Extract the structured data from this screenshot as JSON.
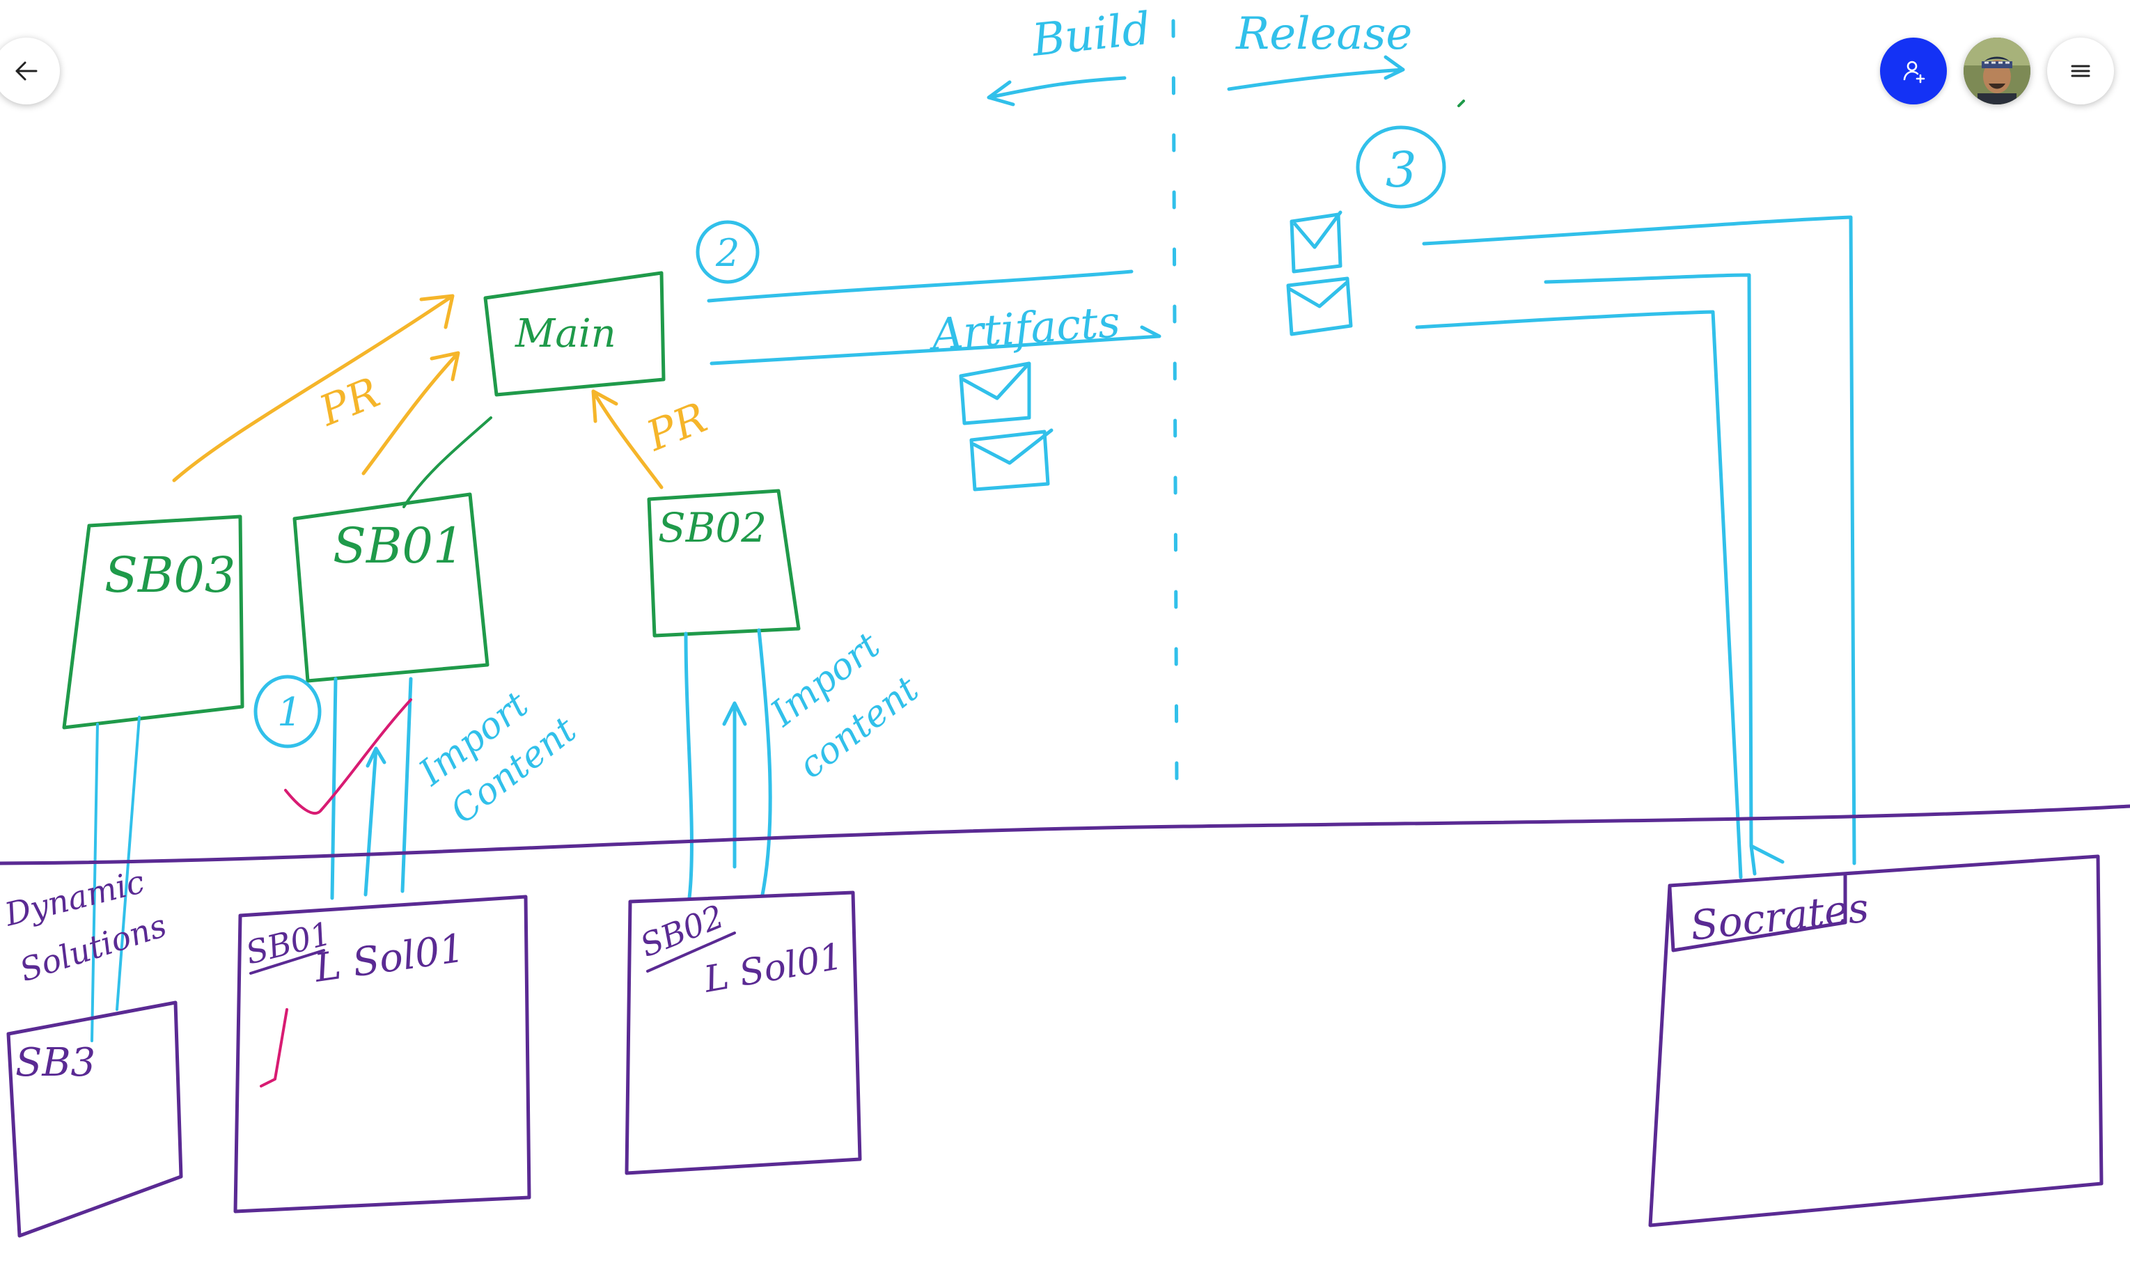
{
  "toolbar": {
    "back_icon": "arrow-left-icon",
    "share_icon": "add-person-icon",
    "share_color": "#1432f5",
    "avatar_icon": "user-avatar",
    "menu_icon": "hamburger-menu-icon"
  },
  "colors": {
    "green": "#1f9a4a",
    "orange": "#f5b52a",
    "cyan": "#31c0ea",
    "purple": "#5a2a93",
    "pink": "#d81b72"
  },
  "labels": {
    "build": "Build",
    "release": "Release",
    "main": "Main",
    "pr1": "PR",
    "pr2": "PR",
    "sb03": "SB03",
    "sb01": "SB01",
    "sb02": "SB02",
    "artifacts": "Artifacts",
    "num1": "1",
    "num2": "2",
    "num3": "3",
    "import_content_1_a": "Import",
    "import_content_1_b": "Content",
    "import_content_2_a": "Import",
    "import_content_2_b": "content",
    "dynamic_1": "Dynamic",
    "dynamic_2": "Solutions",
    "env_sb03": "SB3",
    "env_sb01": "SB01",
    "env_sb01_sol": "L Sol01",
    "env_sb02": "SB02",
    "env_sb02_sol": "L Sol01",
    "socrates": "Socrates"
  }
}
